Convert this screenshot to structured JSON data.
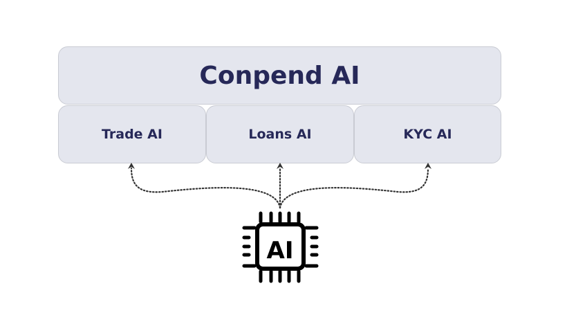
{
  "title": "Conpend AI",
  "modules": [
    {
      "label": "Trade AI"
    },
    {
      "label": "Loans AI"
    },
    {
      "label": "KYC AI"
    }
  ],
  "chip": {
    "label": "AI",
    "icon": "ai-chip-icon"
  },
  "colors": {
    "box_fill": "#e4e6ee",
    "text": "#262858",
    "arrow": "#333333"
  }
}
